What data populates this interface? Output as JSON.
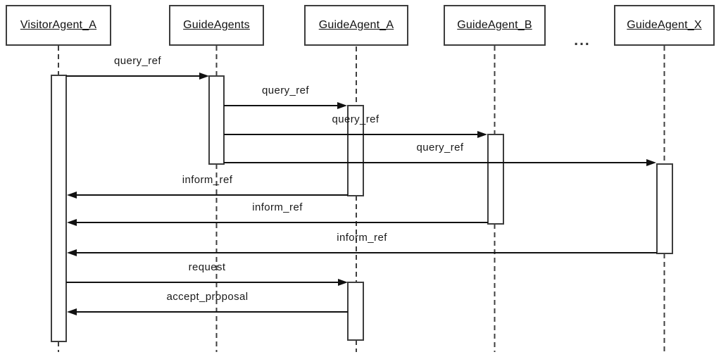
{
  "diagram": {
    "type": "uml-sequence-diagram",
    "lifelines": [
      {
        "id": "visitor_a",
        "label": "VisitorAgent_A"
      },
      {
        "id": "guide_agents",
        "label": "GuideAgents"
      },
      {
        "id": "guide_a",
        "label": "GuideAgent_A"
      },
      {
        "id": "guide_b",
        "label": "GuideAgent_B"
      },
      {
        "id": "guide_x",
        "label": "GuideAgent_X"
      }
    ],
    "ellipsis": "...",
    "messages": [
      {
        "from": "visitor_a",
        "to": "guide_agents",
        "label": "query_ref"
      },
      {
        "from": "guide_agents",
        "to": "guide_a",
        "label": "query_ref"
      },
      {
        "from": "guide_agents",
        "to": "guide_b",
        "label": "query_ref"
      },
      {
        "from": "guide_agents",
        "to": "guide_x",
        "label": "query_ref"
      },
      {
        "from": "guide_a",
        "to": "visitor_a",
        "label": "inform_ref"
      },
      {
        "from": "guide_b",
        "to": "visitor_a",
        "label": "inform_ref"
      },
      {
        "from": "guide_x",
        "to": "visitor_a",
        "label": "inform_ref"
      },
      {
        "from": "visitor_a",
        "to": "guide_a",
        "label": "request"
      },
      {
        "from": "guide_a",
        "to": "visitor_a",
        "label": "accept_proposal"
      }
    ],
    "colors": {
      "background": "#ffffff",
      "box_border": "#3d3d3d",
      "lifeline_dash": "#3f3f3f",
      "arrow": "#111111",
      "text": "#111111"
    }
  }
}
